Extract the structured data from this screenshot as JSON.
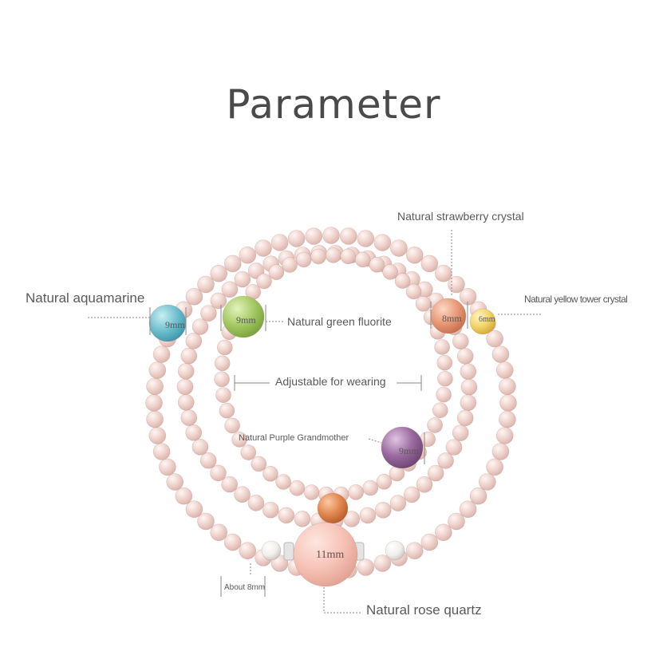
{
  "title": "Parameter",
  "labels": {
    "aquamarine": "Natural aquamarine",
    "green_fluorite": "Natural green fluorite",
    "strawberry": "Natural strawberry crystal",
    "yellow_tower": "Natural yellow tower crystal",
    "adjustable": "Adjustable for wearing",
    "purple": "Natural Purple Grandmother",
    "rose_quartz": "Natural rose quartz",
    "about": "About 8mm"
  },
  "sizes": {
    "aquamarine": "9mm",
    "green_fluorite": "9mm",
    "strawberry": "8mm",
    "yellow_tower": "6mm",
    "purple": "9mm",
    "rose_quartz": "11mm"
  },
  "colors": {
    "bead": "#efd2cc",
    "aquamarine": "#6fc0cf",
    "green_fluorite": "#a5c964",
    "strawberry": "#e89a78",
    "yellow_tower": "#f2d46a",
    "purple": "#9a6a9e",
    "rose_quartz": "#f7c4b8",
    "pearl": "#f1efec",
    "spacer": "#d9d9d9"
  }
}
